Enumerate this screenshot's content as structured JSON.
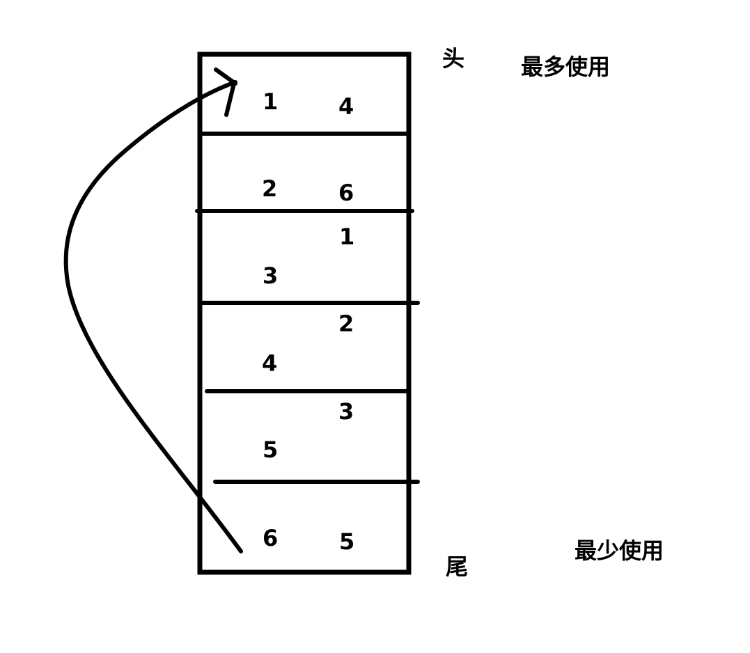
{
  "diagram": {
    "type": "LRU linked list (before / after)",
    "labels": {
      "head": "头",
      "tail": "尾",
      "most_used": "最多使用",
      "least_used": "最少使用"
    },
    "before_column": [
      "1",
      "2",
      "3",
      "4",
      "5",
      "6"
    ],
    "after_column": [
      "4",
      "6",
      "1",
      "2",
      "3",
      "5"
    ],
    "arrow": {
      "from": "6 (tail)",
      "to": "1 (head)",
      "meaning": "accessed node moved to head"
    },
    "colors": {
      "stroke": "#000000",
      "background": "#ffffff"
    }
  }
}
